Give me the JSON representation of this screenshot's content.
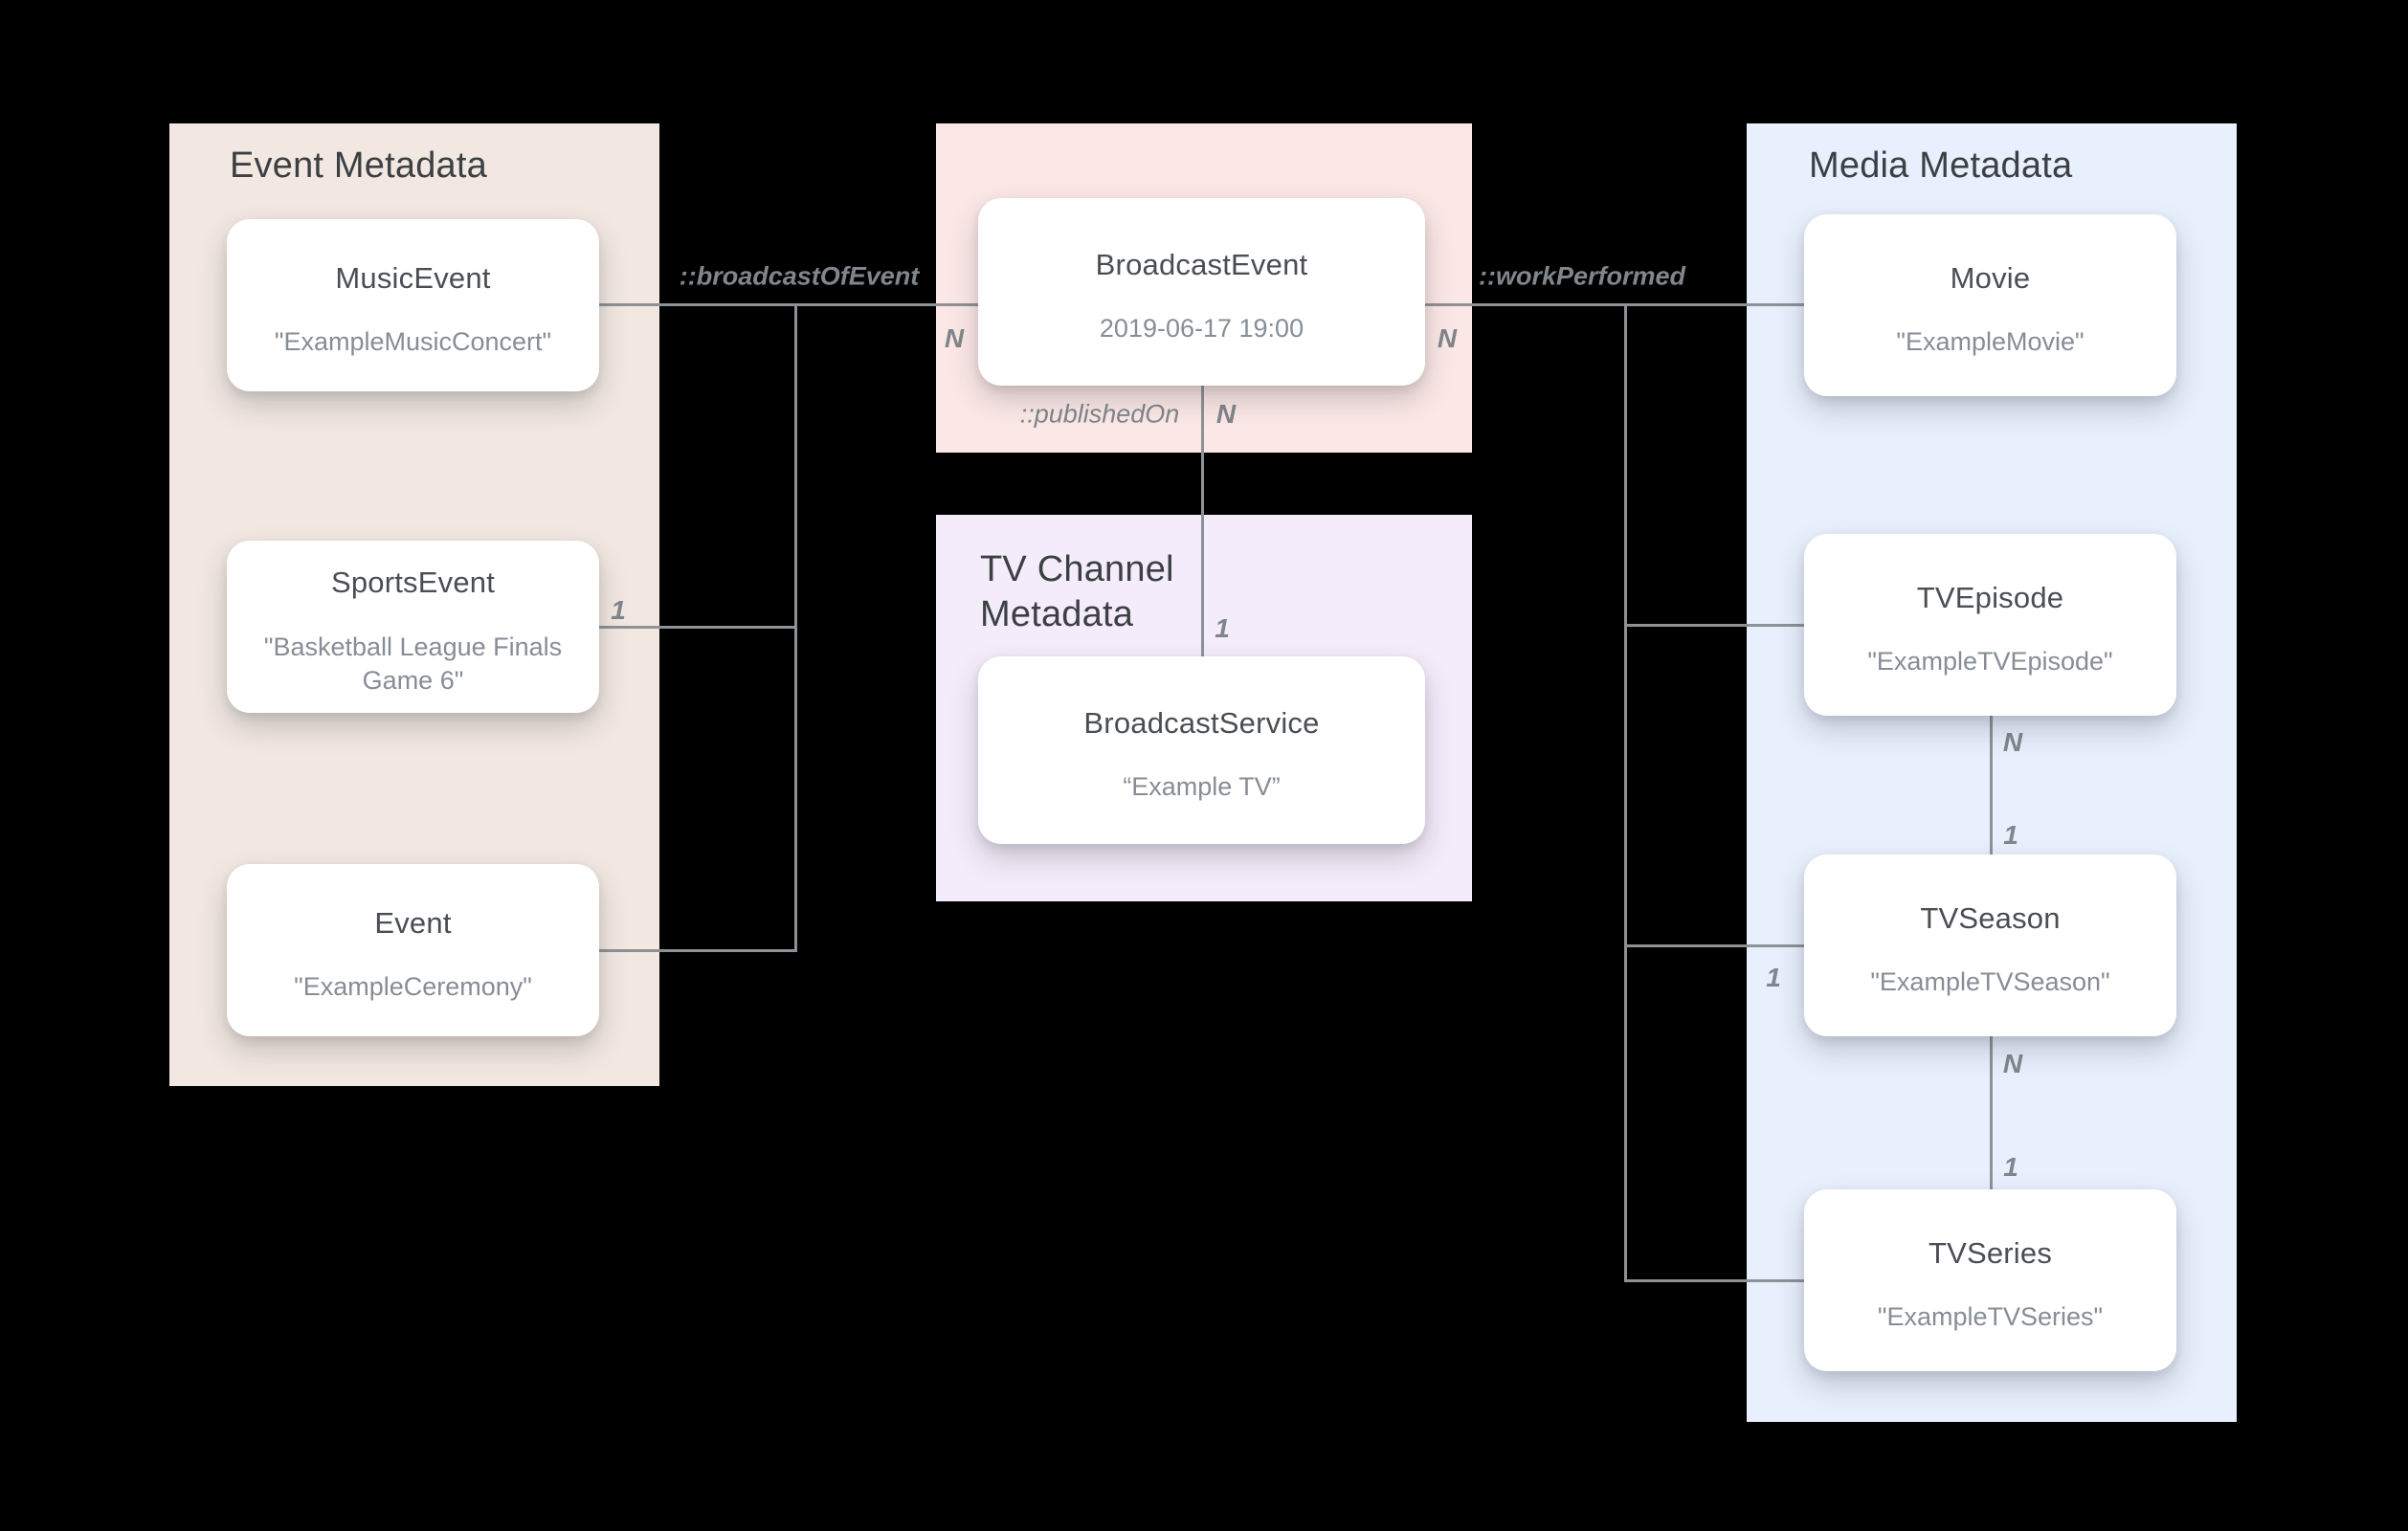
{
  "panels": {
    "event": {
      "title": "Event Metadata",
      "cards": {
        "music": {
          "title": "MusicEvent",
          "subtitle": "\"ExampleMusicConcert\""
        },
        "sports": {
          "title": "SportsEvent",
          "subtitle": "\"Basketball League Finals Game 6\""
        },
        "ceremony": {
          "title": "Event",
          "subtitle": "\"ExampleCeremony\""
        }
      }
    },
    "broadcast": {
      "cards": {
        "broadcast_event": {
          "title": "BroadcastEvent",
          "subtitle": "2019-06-17 19:00"
        }
      }
    },
    "tv_channel": {
      "title": "TV Channel Metadata",
      "cards": {
        "broadcast_service": {
          "title": "BroadcastService",
          "subtitle": "“Example TV”"
        }
      }
    },
    "media": {
      "title": "Media Metadata",
      "cards": {
        "movie": {
          "title": "Movie",
          "subtitle": "\"ExampleMovie\""
        },
        "tv_episode": {
          "title": "TVEpisode",
          "subtitle": "\"ExampleTVEpisode\""
        },
        "tv_season": {
          "title": "TVSeason",
          "subtitle": "\"ExampleTVSeason\""
        },
        "tv_series": {
          "title": "TVSeries",
          "subtitle": "\"ExampleTVSeries\""
        }
      }
    }
  },
  "relations": {
    "broadcast_of_event": "::broadcastOfEvent",
    "work_performed": "::workPerformed",
    "published_on": "::publishedOn"
  },
  "markers": {
    "music_n": "N",
    "movie_n": "N",
    "published_on_n": "N",
    "published_on_1": "1",
    "sports_1": "1",
    "episode_n": "N",
    "episode_1": "1",
    "season_n": "N",
    "season_1": "1",
    "tv_season_1": "1"
  },
  "colors": {
    "background": "#000000",
    "event_panel": "#F2E8E1",
    "broadcast_panel": "#FBE8E6",
    "tv_channel_panel": "#F4ECFA",
    "media_panel": "#E8F0FE",
    "card": "#FFFFFF",
    "line": "#8E9297",
    "panel_title": "#3C4043",
    "card_title": "#4A4E54",
    "card_subtitle": "#868D95",
    "label": "#80868B"
  }
}
